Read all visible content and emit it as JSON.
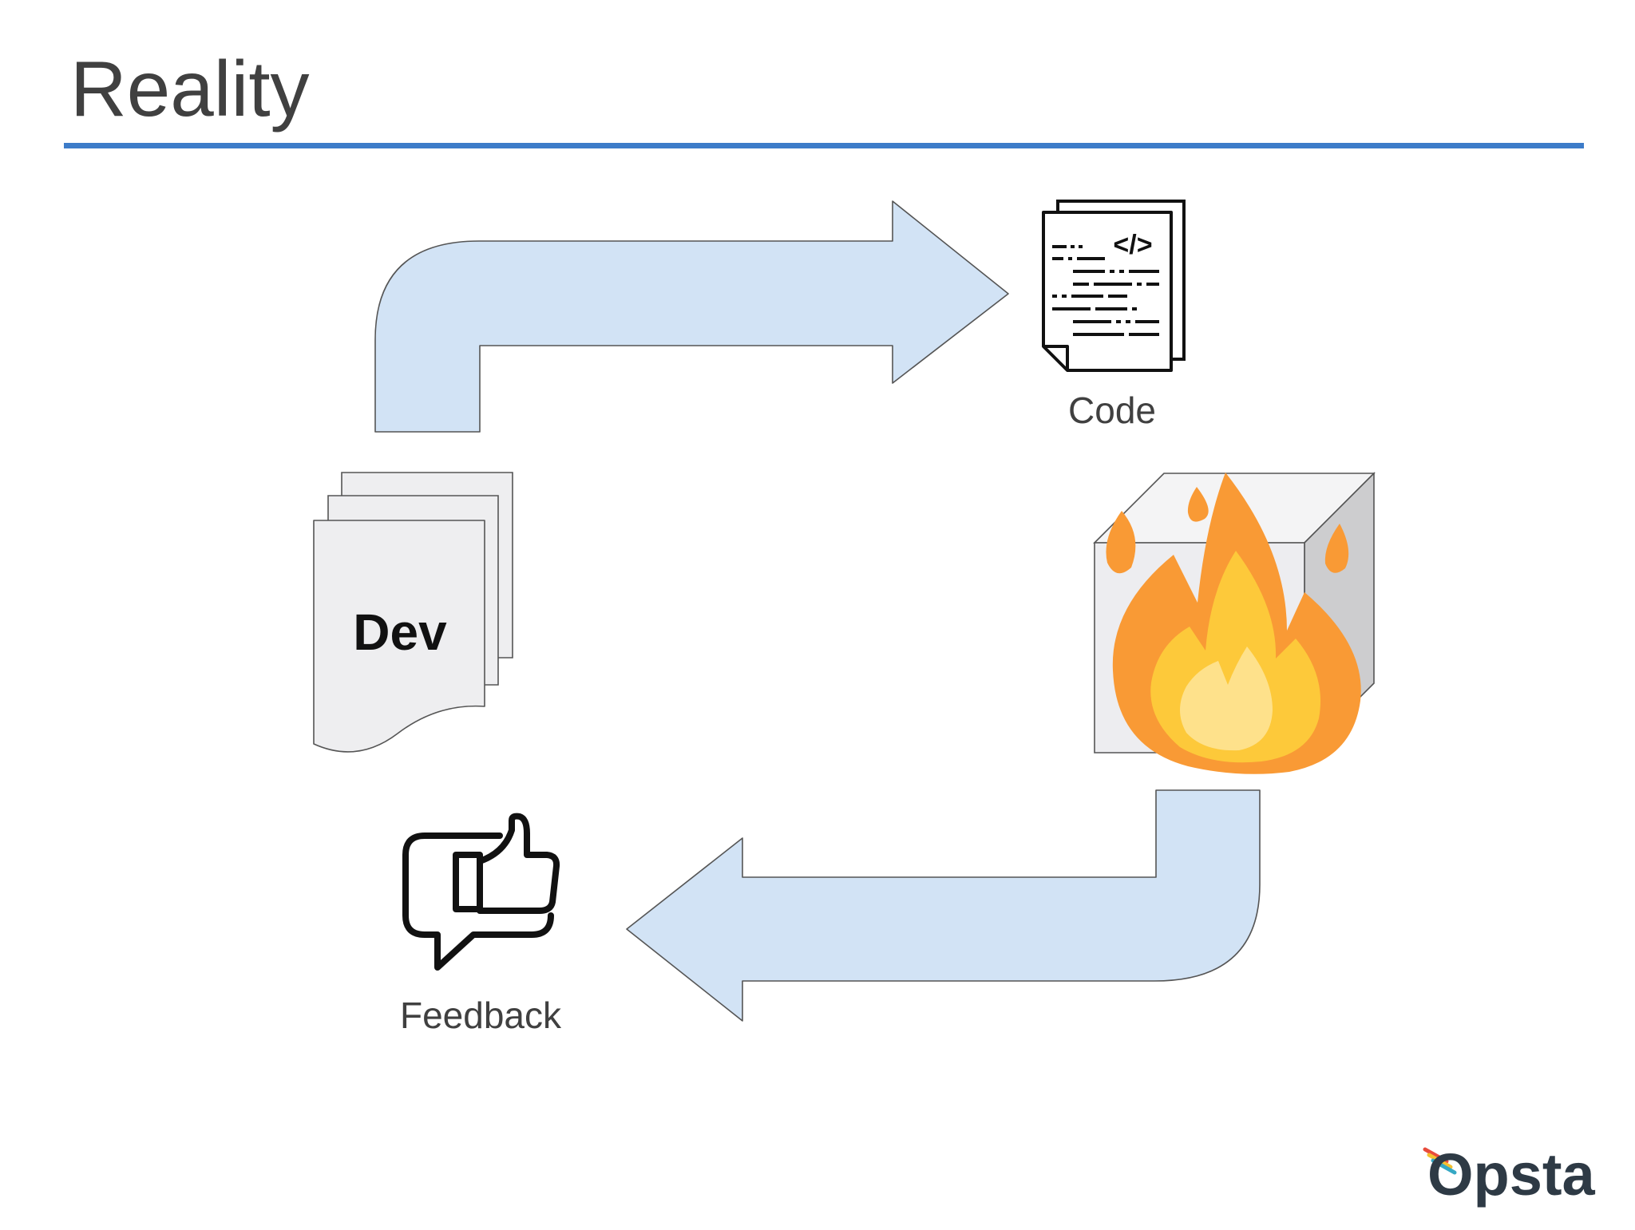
{
  "slide": {
    "title": "Reality"
  },
  "diagram": {
    "dev_label": "Dev",
    "code_label": "Code",
    "feedback_label": "Feedback",
    "code_icon_glyph": "</>"
  },
  "branding": {
    "logo_text": "Opsta"
  },
  "colors": {
    "title_text": "#404040",
    "title_rule": "#3D7CC9",
    "arrow_fill": "#D2E3F5",
    "arrow_stroke": "#555555",
    "doc_fill": "#EEEEF0",
    "cube_front": "#EDEDF0",
    "cube_side": "#CDCDCF",
    "flame_outer": "#F99A35",
    "flame_mid": "#FDC93A",
    "flame_inner": "#FEE18B",
    "logo_text": "#2E3A45",
    "logo_accent_red": "#E84B3C",
    "logo_accent_yellow": "#F5C02F",
    "logo_accent_teal": "#36A8C4"
  },
  "icons": {
    "code": "code-document-icon",
    "dev": "document-stack-icon",
    "deploy": "burning-box-icon",
    "feedback": "thumbs-up-chat-icon",
    "logo": "opsta-logo-icon"
  }
}
